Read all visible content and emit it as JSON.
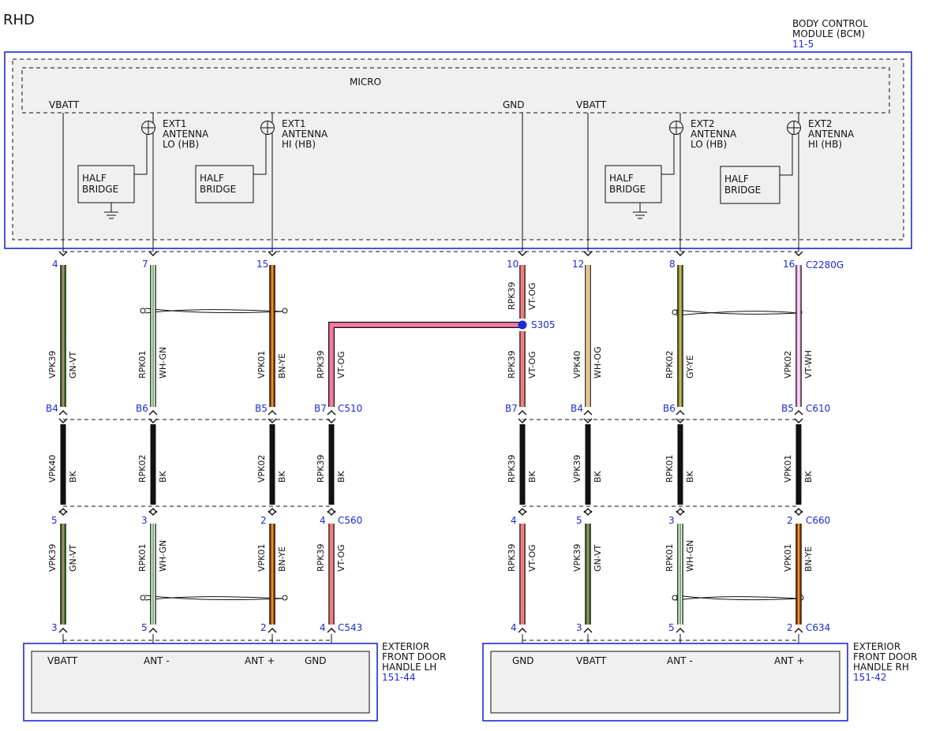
{
  "variant_label": "RHD",
  "bcm": {
    "title_lines": [
      "BODY CONTROL",
      "MODULE (BCM)"
    ],
    "ref": "11-5",
    "micro": "MICRO"
  },
  "bcm_pins": [
    "VBATT",
    "GND",
    "VBATT"
  ],
  "antenna_labels": [
    [
      "EXT1",
      "ANTENNA",
      "LO (HB)"
    ],
    [
      "EXT1",
      "ANTENNA",
      "HI (HB)"
    ],
    [
      "EXT2",
      "ANTENNA",
      "LO (HB)"
    ],
    [
      "EXT2",
      "ANTENNA",
      "HI (HB)"
    ]
  ],
  "half_bridge": [
    "HALF",
    "BRIDGE"
  ],
  "splice": "S305",
  "connectors": {
    "c2280g": "C2280G",
    "c510": "C510",
    "c610": "C610",
    "c560": "C560",
    "c660": "C660",
    "c543": "C543",
    "c634": "C634"
  },
  "wire_colors": {
    "GN-VT": "#3f8a2c",
    "WH-GN": "#f4fbf0",
    "BN-YE": "#b5420f",
    "VT-OG": "#f47aa4",
    "WH-OG": "#fbecc8",
    "GY-YE": "#8a8a4a",
    "VT-WH": "#f2a6e6",
    "BK": "#000000"
  },
  "wires": [
    {
      "id": "w1",
      "top_pin": "4",
      "s1": {
        "circuit": "VPK39",
        "color": "GN-VT"
      },
      "p_b_top": "B4",
      "mid": {
        "circuit": "VPK40",
        "color": "BK"
      },
      "p_c560": "5",
      "s3": {
        "circuit": "VPK39",
        "color": "GN-VT"
      },
      "p_bottom": "3"
    },
    {
      "id": "w2",
      "top_pin": "7",
      "s1": {
        "circuit": "RPK01",
        "color": "WH-GN"
      },
      "p_b_top": "B6",
      "mid": {
        "circuit": "RPK02",
        "color": "BK"
      },
      "p_c560": "3",
      "s3": {
        "circuit": "RPK01",
        "color": "WH-GN"
      },
      "p_bottom": "5"
    },
    {
      "id": "w3",
      "top_pin": "15",
      "s1": {
        "circuit": "VPK01",
        "color": "BN-YE"
      },
      "p_b_top": "B5",
      "mid": {
        "circuit": "VPK02",
        "color": "BK"
      },
      "p_c560": "2",
      "s3": {
        "circuit": "VPK01",
        "color": "BN-YE"
      },
      "p_bottom": "2"
    },
    {
      "id": "w4",
      "top_pin": "",
      "s1": {
        "circuit": "RPK39",
        "color": "VT-OG"
      },
      "p_b_top": "B7",
      "mid": {
        "circuit": "RPK39",
        "color": "BK"
      },
      "p_c560": "4",
      "s3": {
        "circuit": "RPK39",
        "color": "VT-OG"
      },
      "p_bottom": "4"
    },
    {
      "id": "w5",
      "top_pin": "10",
      "s0": {
        "circuit": "RPK39",
        "color": "VT-OG"
      },
      "s1": {
        "circuit": "RPK39",
        "color": "VT-OG"
      },
      "p_b_top": "B7",
      "mid": {
        "circuit": "RPK39",
        "color": "BK"
      },
      "p_c560": "4",
      "s3": {
        "circuit": "RPK39",
        "color": "VT-OG"
      },
      "p_bottom": "4"
    },
    {
      "id": "w6",
      "top_pin": "12",
      "s1": {
        "circuit": "VPK40",
        "color": "WH-OG"
      },
      "p_b_top": "B4",
      "mid": {
        "circuit": "VPK39",
        "color": "BK"
      },
      "p_c560": "5",
      "s3": {
        "circuit": "VPK39",
        "color": "GN-VT"
      },
      "p_bottom": "3"
    },
    {
      "id": "w7",
      "top_pin": "8",
      "s1": {
        "circuit": "RPK02",
        "color": "GY-YE"
      },
      "p_b_top": "B6",
      "mid": {
        "circuit": "RPK01",
        "color": "BK"
      },
      "p_c560": "3",
      "s3": {
        "circuit": "RPK01",
        "color": "WH-GN"
      },
      "p_bottom": "5"
    },
    {
      "id": "w8",
      "top_pin": "16",
      "s1": {
        "circuit": "VPK02",
        "color": "VT-WH"
      },
      "p_b_top": "B5",
      "mid": {
        "circuit": "VPK01",
        "color": "BK"
      },
      "p_c560": "2",
      "s3": {
        "circuit": "VPK01",
        "color": "BN-YE"
      },
      "p_bottom": "2"
    }
  ],
  "handle_lh": {
    "title_lines": [
      "EXTERIOR",
      "FRONT DOOR",
      "HANDLE LH"
    ],
    "ref": "151-44",
    "pins": [
      "VBATT",
      "ANT -",
      "ANT +",
      "GND"
    ]
  },
  "handle_rh": {
    "title_lines": [
      "EXTERIOR",
      "FRONT DOOR",
      "HANDLE RH"
    ],
    "ref": "151-42",
    "pins": [
      "GND",
      "VBATT",
      "ANT -",
      "ANT +"
    ]
  }
}
